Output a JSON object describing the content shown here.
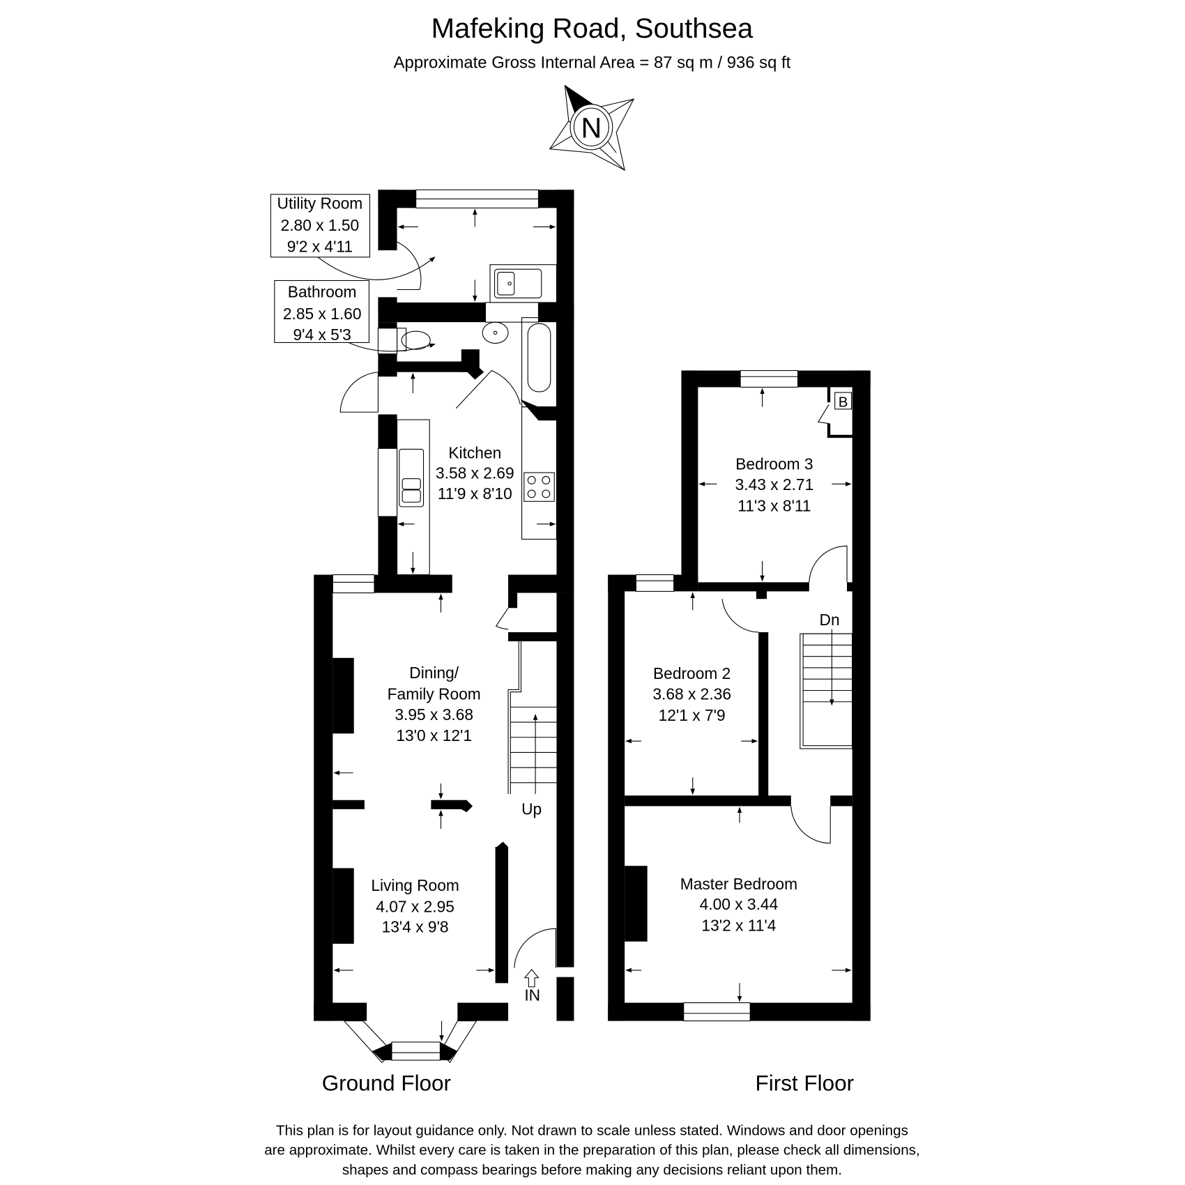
{
  "header": {
    "title": "Mafeking Road, Southsea",
    "subtitle": "Approximate Gross Internal Area = 87 sq m / 936 sq ft"
  },
  "compass": {
    "icon": "compass-north-icon",
    "label": "N"
  },
  "ground_floor": {
    "label": "Ground Floor",
    "rooms": [
      {
        "name": "Utility Room",
        "metric": "2.80 x 1.50",
        "imperial": "9'2 x 4'11"
      },
      {
        "name": "Bathroom",
        "metric": "2.85 x 1.60",
        "imperial": "9'4 x 5'3"
      },
      {
        "name": "Kitchen",
        "metric": "3.58 x 2.69",
        "imperial": "11'9 x 8'10"
      },
      {
        "name_line1": "Dining/",
        "name_line2": "Family Room",
        "metric": "3.95 x 3.68",
        "imperial": "13'0 x 12'1"
      },
      {
        "name": "Living Room",
        "metric": "4.07 x 2.95",
        "imperial": "13'4 x 9'8"
      }
    ],
    "stairs_label": "Up",
    "entrance_label": "IN"
  },
  "first_floor": {
    "label": "First Floor",
    "rooms": [
      {
        "name": "Bedroom 3",
        "metric": "3.43 x 2.71",
        "imperial": "11'3 x 8'11"
      },
      {
        "name": "Bedroom 2",
        "metric": "3.68 x 2.36",
        "imperial": "12'1 x 7'9"
      },
      {
        "name": "Master Bedroom",
        "metric": "4.00 x 3.44",
        "imperial": "13'2 x 11'4"
      }
    ],
    "stairs_label": "Dn",
    "boiler_label": "B"
  },
  "disclaimer": {
    "line1": "This plan is for layout guidance only. Not drawn to scale unless stated. Windows and door openings",
    "line2": "are approximate. Whilst every care is taken in the preparation of this plan, please check all dimensions,",
    "line3": "shapes and compass bearings before making any decisions reliant upon them."
  }
}
